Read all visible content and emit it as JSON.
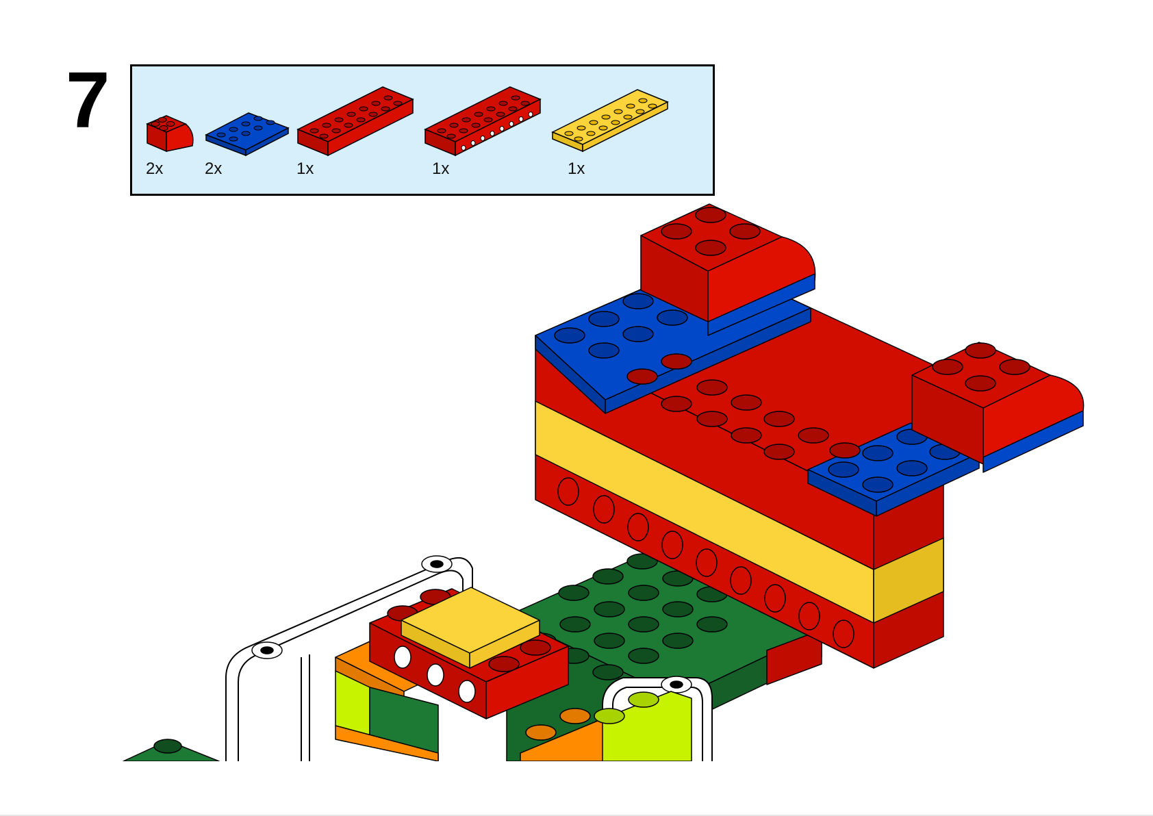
{
  "step": {
    "number": "7"
  },
  "parts_list": {
    "items": [
      {
        "qty": "2x",
        "name": "red-curved-brick-icon",
        "color": "#d10d00"
      },
      {
        "qty": "2x",
        "name": "blue-plate-icon",
        "color": "#0048c8"
      },
      {
        "qty": "1x",
        "name": "red-long-brick-icon",
        "color": "#d10d00"
      },
      {
        "qty": "1x",
        "name": "red-technic-beam-icon",
        "color": "#d10d00"
      },
      {
        "qty": "1x",
        "name": "yellow-plate-icon",
        "color": "#fbd33b"
      }
    ]
  },
  "colors": {
    "panel_bg": "#d7eefb",
    "red": "#d10d00",
    "blue": "#0048c8",
    "yellow": "#fbd33b",
    "green": "#1d7a34",
    "orange": "#ff8b00",
    "lime": "#c7f200"
  }
}
